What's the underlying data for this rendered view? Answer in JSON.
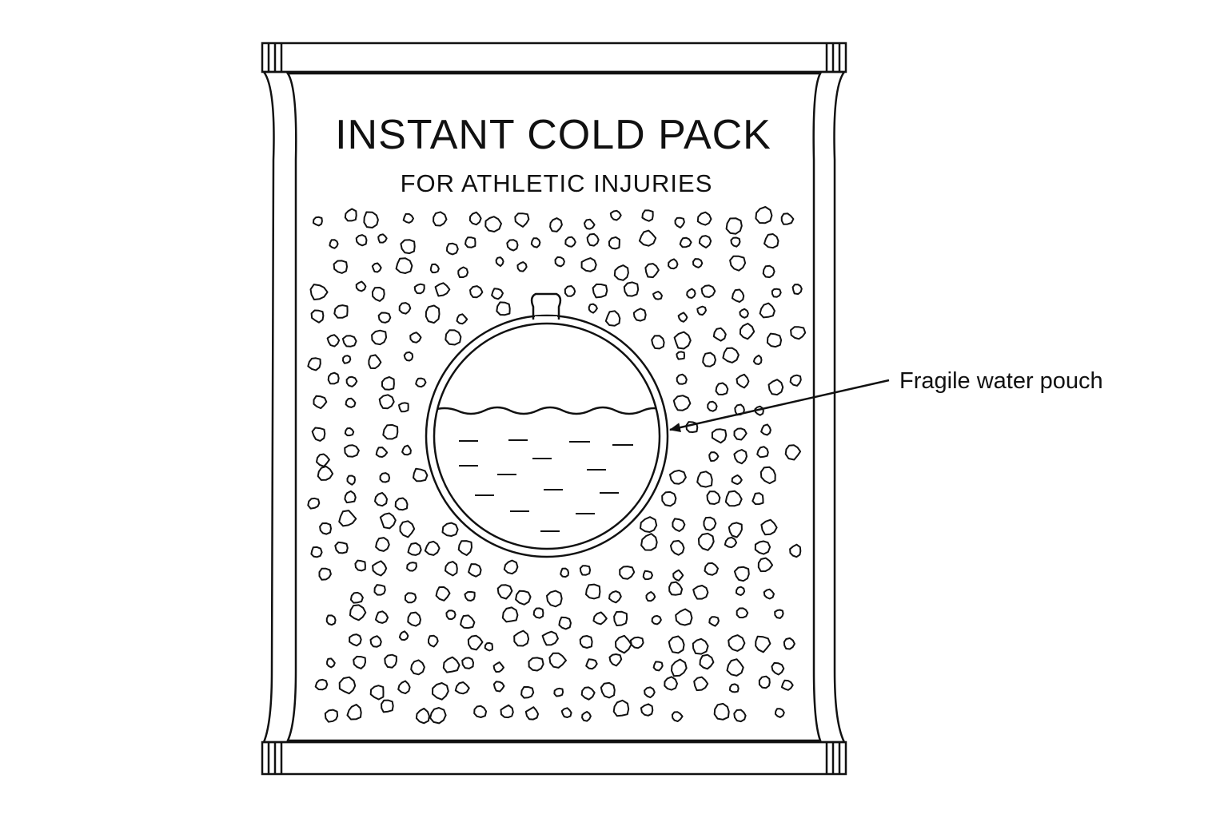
{
  "package": {
    "title": "INSTANT COLD PACK",
    "subtitle": "FOR ATHLETIC INJURIES"
  },
  "callout": {
    "label": "Fragile water pouch"
  },
  "colors": {
    "line": "#111111",
    "background": "#ffffff"
  }
}
